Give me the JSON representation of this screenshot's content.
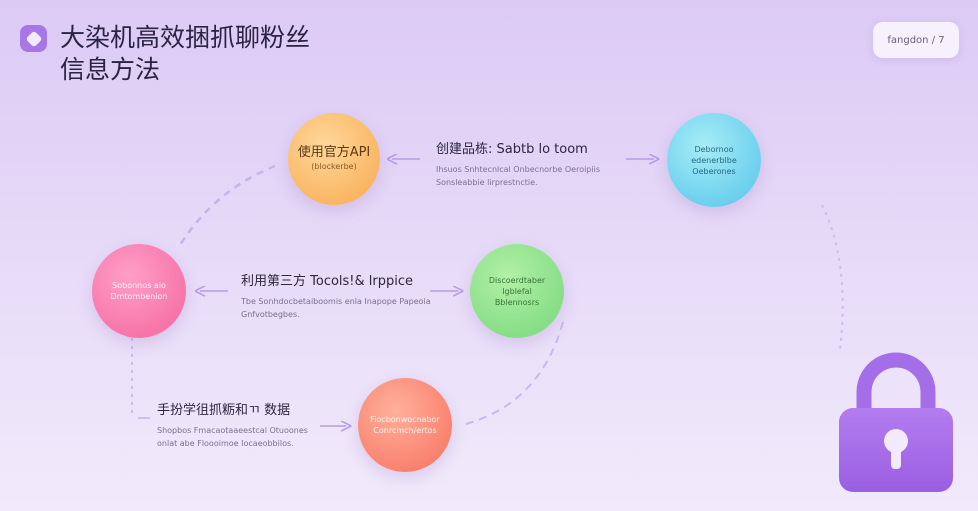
{
  "header": {
    "title": "大染机高效捆抓聊粉丝信息方法",
    "chip": "fangdon / 7"
  },
  "nodes": [
    {
      "id": "n1",
      "main": "使用官方API",
      "sub": "(blockerbe)",
      "color": "#f7a94e"
    },
    {
      "id": "n2",
      "text": "Debornoo edenerblbe Oeberones",
      "color": "#55c4ea"
    },
    {
      "id": "n3",
      "text": "Sobonnos aio Dmtombenion",
      "color": "#f4649e"
    },
    {
      "id": "n4",
      "text": "Discoerdtaber Igblefal Bblennosrs",
      "color": "#76d77a"
    },
    {
      "id": "n5",
      "text": "Fiocbonwocnabor Conrcmch/ertos",
      "color": "#f7705c"
    }
  ],
  "labels": [
    {
      "id": "step1",
      "head": "创建品栋: Sabtb lo toom",
      "desc1": "Ihsuos Snhtecnlcal Onbecnorbe Oeroipiis",
      "desc2": "Sonsleabbie lirprestnctie."
    },
    {
      "id": "step2",
      "head": "利用第三方 Tocols!& lrppice",
      "desc1": "Tbe Sonhdocbetaiboomis enla Inapope Papeoia",
      "desc2": "Gnfvotbegbes."
    },
    {
      "id": "step3",
      "head": "手扮学徂抓粝和ㄲ 数据",
      "desc1": "Shopbos Fmacaotaaeestcal Otuoones",
      "desc2": "onlat abe Floooimoe Iocaeobbilos."
    }
  ],
  "icons": {
    "logo": "diamond-icon",
    "lock": "lock-icon"
  }
}
